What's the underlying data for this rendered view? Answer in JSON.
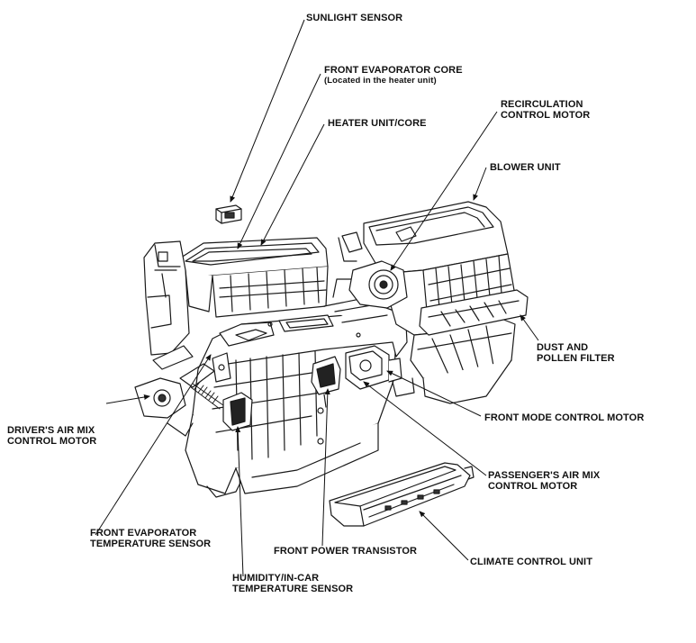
{
  "diagram": {
    "labels": {
      "sunlight_sensor": "SUNLIGHT SENSOR",
      "front_evaporator_core": "FRONT EVAPORATOR CORE",
      "front_evaporator_core_note": "(Located in the heater unit)",
      "recirculation_control_motor_1": "RECIRCULATION",
      "recirculation_control_motor_2": "CONTROL MOTOR",
      "heater_unit_core": "HEATER UNIT/CORE",
      "blower_unit": "BLOWER UNIT",
      "dust_pollen_filter_1": "DUST AND",
      "dust_pollen_filter_2": "POLLEN FILTER",
      "drivers_air_mix_1": "DRIVER'S AIR MIX",
      "drivers_air_mix_2": "CONTROL MOTOR",
      "front_mode_control_motor": "FRONT MODE CONTROL MOTOR",
      "passengers_air_mix_1": "PASSENGER'S AIR MIX",
      "passengers_air_mix_2": "CONTROL MOTOR",
      "front_evap_temp_sensor_1": "FRONT EVAPORATOR",
      "front_evap_temp_sensor_2": "TEMPERATURE SENSOR",
      "front_power_transistor": "FRONT POWER TRANSISTOR",
      "climate_control_unit": "CLIMATE CONTROL UNIT",
      "humidity_sensor_1": "HUMIDITY/IN-CAR",
      "humidity_sensor_2": "TEMPERATURE SENSOR"
    }
  }
}
